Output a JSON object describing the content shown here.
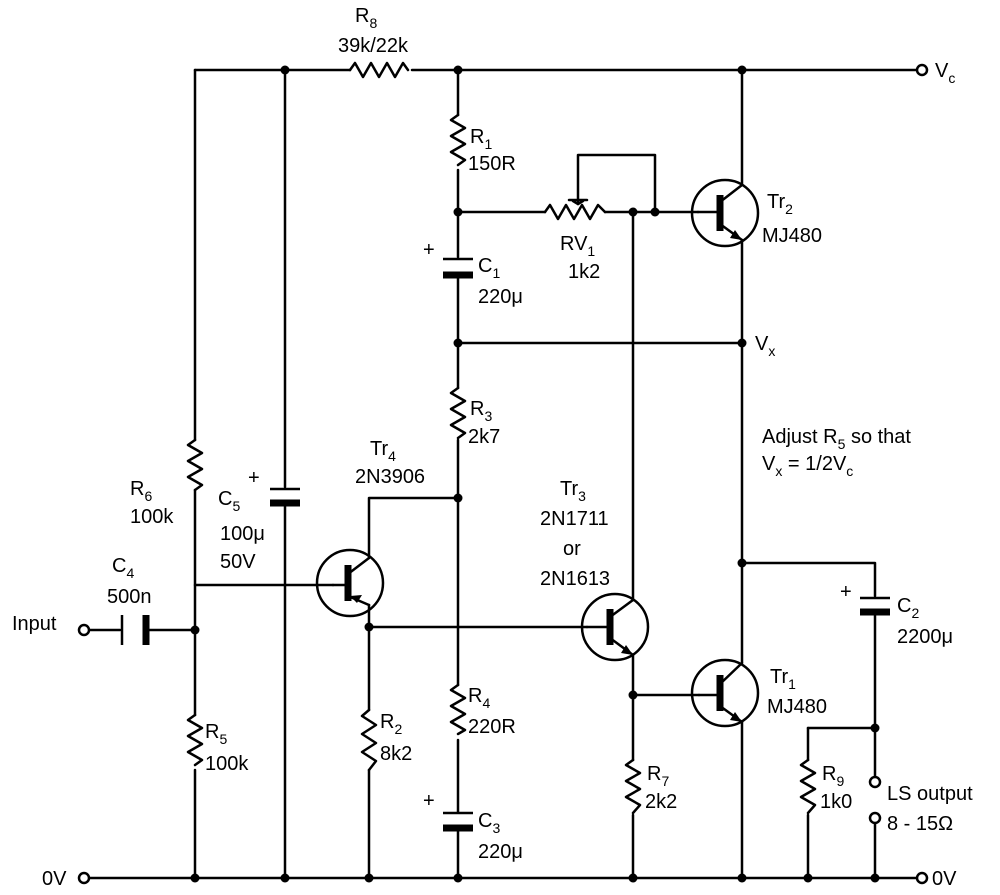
{
  "terminals": {
    "vc": "V",
    "vc_sub": "c",
    "zero_left": "0V",
    "zero_right": "0V",
    "input": "Input",
    "ls_output": "LS output",
    "ls_impedance": "8 - 15Ω",
    "vx": "V",
    "vx_sub": "x"
  },
  "note": {
    "line1_pre": "Adjust R",
    "line1_sub": "5",
    "line1_post": " so that",
    "line2_a": "V",
    "line2_a_sub": "x",
    "line2_mid": " = 1/2V",
    "line2_b_sub": "c"
  },
  "components": {
    "r8": {
      "ref": "R",
      "sub": "8",
      "value": "39k/22k"
    },
    "r1": {
      "ref": "R",
      "sub": "1",
      "value": "150R"
    },
    "rv1": {
      "ref": "RV",
      "sub": "1",
      "value": "1k2"
    },
    "c1": {
      "ref": "C",
      "sub": "1",
      "value": "220μ"
    },
    "r3": {
      "ref": "R",
      "sub": "3",
      "value": "2k7"
    },
    "r4": {
      "ref": "R",
      "sub": "4",
      "value": "220R"
    },
    "c3": {
      "ref": "C",
      "sub": "3",
      "value": "220μ"
    },
    "r6": {
      "ref": "R",
      "sub": "6",
      "value": "100k"
    },
    "c5": {
      "ref": "C",
      "sub": "5",
      "value": "100μ",
      "value2": "50V"
    },
    "c4": {
      "ref": "C",
      "sub": "4",
      "value": "500n"
    },
    "r5": {
      "ref": "R",
      "sub": "5",
      "value": "100k"
    },
    "r2": {
      "ref": "R",
      "sub": "2",
      "value": "8k2"
    },
    "r7": {
      "ref": "R",
      "sub": "7",
      "value": "2k2"
    },
    "r9": {
      "ref": "R",
      "sub": "9",
      "value": "1k0"
    },
    "c2": {
      "ref": "C",
      "sub": "2",
      "value": "2200μ"
    },
    "tr1": {
      "ref": "Tr",
      "sub": "1",
      "part": "MJ480"
    },
    "tr2": {
      "ref": "Tr",
      "sub": "2",
      "part": "MJ480"
    },
    "tr3": {
      "ref": "Tr",
      "sub": "3",
      "part": "2N1711",
      "alt_word": "or",
      "alt_part": "2N1613"
    },
    "tr4": {
      "ref": "Tr",
      "sub": "4",
      "part": "2N3906"
    }
  },
  "polarity_mark": "+"
}
